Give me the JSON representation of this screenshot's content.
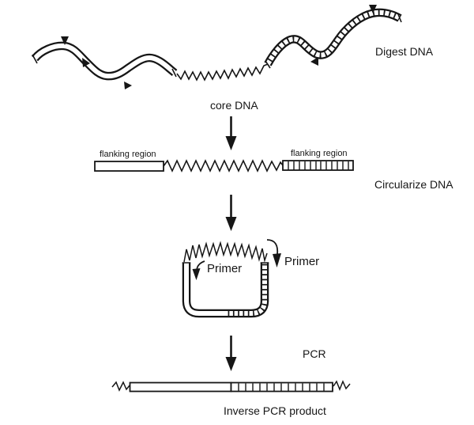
{
  "labels": {
    "digest_dna": "Digest DNA",
    "core_dna": "core DNA",
    "flanking_region_left": "flanking region",
    "flanking_region_right": "flanking region",
    "circularize_dna": "Circularize DNA",
    "primer_left": "Primer",
    "primer_right": "Primer",
    "pcr": "PCR",
    "inverse_pcr_product": "Inverse PCR product"
  },
  "colors": {
    "ink": "#161616",
    "background": "#ffffff"
  }
}
